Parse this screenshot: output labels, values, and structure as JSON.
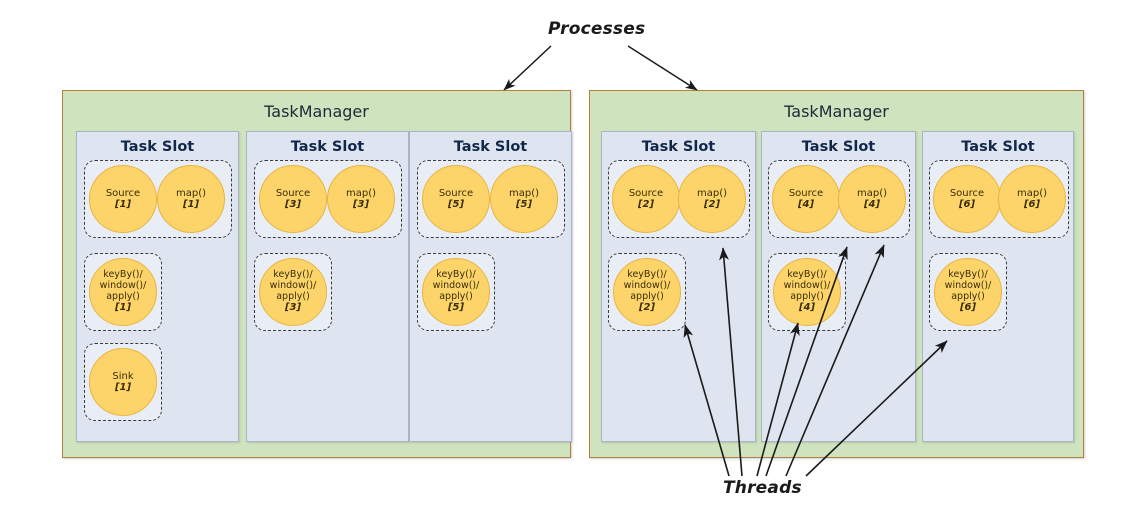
{
  "annotations": {
    "processes": "Processes",
    "threads": "Threads"
  },
  "colors": {
    "taskmanager_fill": "#cfe3bf",
    "taskmanager_border": "#b2813c",
    "taskslot_fill": "#dfe5f0",
    "taskslot_border": "#a9b4c6",
    "operator_fill": "#fcd469",
    "operator_border": "#e8b53f",
    "chain_border": "#3a3a3a",
    "arrow": "#1a1a1a",
    "background": "#ffffff"
  },
  "taskmanagers": [
    {
      "title": "TaskManager",
      "slots": [
        {
          "title": "Task Slot",
          "chains": [
            {
              "operators": [
                {
                  "name": "Source",
                  "index": "[1]"
                },
                {
                  "name": "map()",
                  "index": "[1]"
                }
              ]
            },
            {
              "operators": [
                {
                  "name": "keyBy()/ window()/ apply()",
                  "lines": [
                    "keyBy()/",
                    "window()/",
                    "apply()"
                  ],
                  "index": "[1]"
                }
              ]
            },
            {
              "operators": [
                {
                  "name": "Sink",
                  "index": "[1]"
                }
              ]
            }
          ]
        },
        {
          "title": "Task Slot",
          "chains": [
            {
              "operators": [
                {
                  "name": "Source",
                  "index": "[3]"
                },
                {
                  "name": "map()",
                  "index": "[3]"
                }
              ]
            },
            {
              "operators": [
                {
                  "name": "keyBy()/ window()/ apply()",
                  "lines": [
                    "keyBy()/",
                    "window()/",
                    "apply()"
                  ],
                  "index": "[3]"
                }
              ]
            }
          ]
        },
        {
          "title": "Task Slot",
          "chains": [
            {
              "operators": [
                {
                  "name": "Source",
                  "index": "[5]"
                },
                {
                  "name": "map()",
                  "index": "[5]"
                }
              ]
            },
            {
              "operators": [
                {
                  "name": "keyBy()/ window()/ apply()",
                  "lines": [
                    "keyBy()/",
                    "window()/",
                    "apply()"
                  ],
                  "index": "[5]"
                }
              ]
            }
          ]
        }
      ]
    },
    {
      "title": "TaskManager",
      "slots": [
        {
          "title": "Task Slot",
          "chains": [
            {
              "operators": [
                {
                  "name": "Source",
                  "index": "[2]"
                },
                {
                  "name": "map()",
                  "index": "[2]"
                }
              ]
            },
            {
              "operators": [
                {
                  "name": "keyBy()/ window()/ apply()",
                  "lines": [
                    "keyBy()/",
                    "window()/",
                    "apply()"
                  ],
                  "index": "[2]"
                }
              ]
            }
          ]
        },
        {
          "title": "Task Slot",
          "chains": [
            {
              "operators": [
                {
                  "name": "Source",
                  "index": "[4]"
                },
                {
                  "name": "map()",
                  "index": "[4]"
                }
              ]
            },
            {
              "operators": [
                {
                  "name": "keyBy()/ window()/ apply()",
                  "lines": [
                    "keyBy()/",
                    "window()/",
                    "apply()"
                  ],
                  "index": "[4]"
                }
              ]
            }
          ]
        },
        {
          "title": "Task Slot",
          "chains": [
            {
              "operators": [
                {
                  "name": "Source",
                  "index": "[6]"
                },
                {
                  "name": "map()",
                  "index": "[6]"
                }
              ]
            },
            {
              "operators": [
                {
                  "name": "keyBy()/ window()/ apply()",
                  "lines": [
                    "keyBy()/",
                    "window()/",
                    "apply()"
                  ],
                  "index": "[6]"
                }
              ]
            }
          ]
        }
      ]
    }
  ]
}
